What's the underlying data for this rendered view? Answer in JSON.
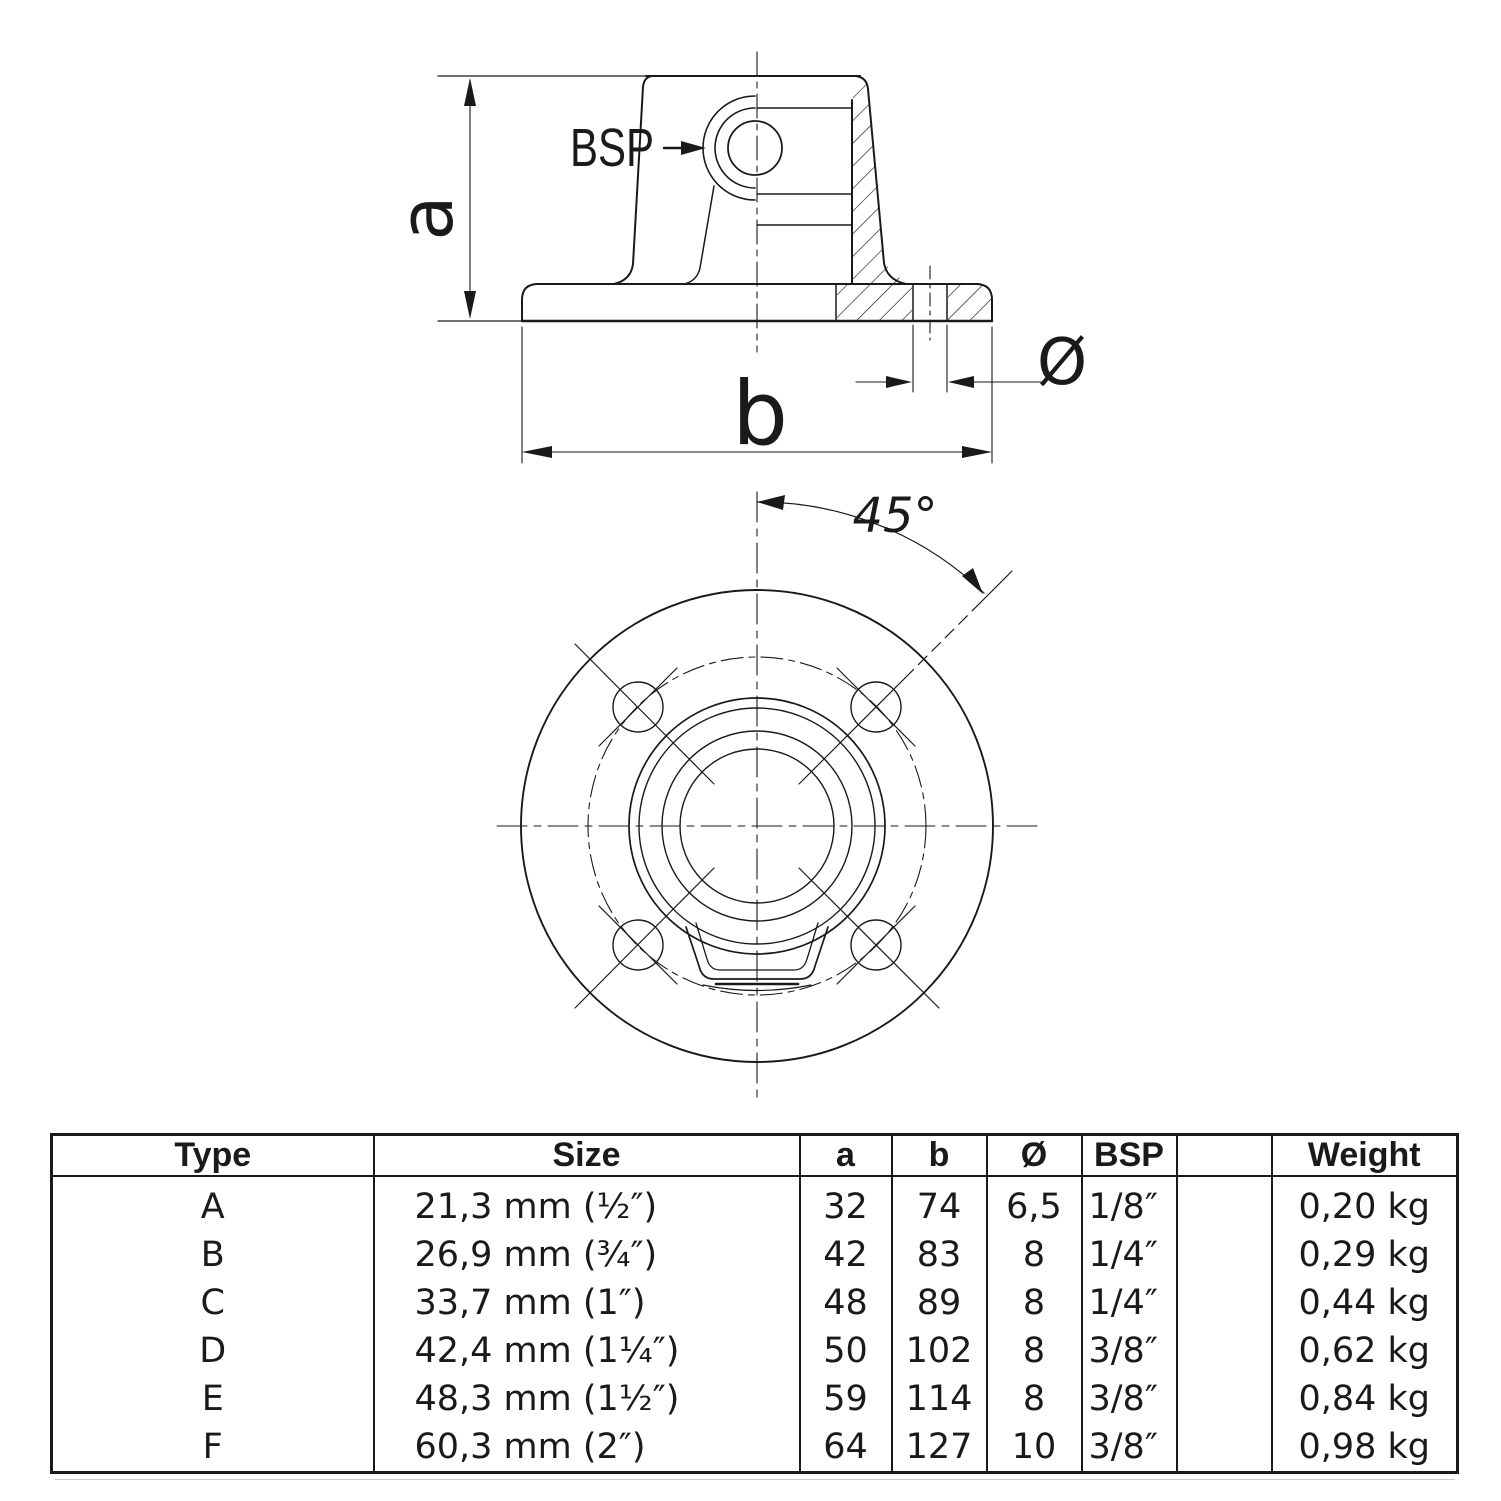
{
  "page": {
    "background": "#ffffff",
    "line_color": "#1a1a1a"
  },
  "drawing": {
    "side_view": {
      "bsp_label": "BSP",
      "dim_a_label": "a",
      "dim_b_label": "b",
      "dim_diameter_label": "Ø"
    },
    "top_view": {
      "angle_label": "45°"
    }
  },
  "table": {
    "headers": {
      "type": "Type",
      "size": "Size",
      "a": "a",
      "b": "b",
      "dia": "Ø",
      "bsp": "BSP",
      "spare": "",
      "weight": "Weight"
    },
    "rows": [
      {
        "type": "A",
        "size": "21,3 mm (½″)",
        "a": "32",
        "b": "74",
        "dia": "6,5",
        "bsp": "1/8″",
        "spare": "",
        "weight": "0,20 kg"
      },
      {
        "type": "B",
        "size": "26,9 mm (¾″)",
        "a": "42",
        "b": "83",
        "dia": "8",
        "bsp": "1/4″",
        "spare": "",
        "weight": "0,29 kg"
      },
      {
        "type": "C",
        "size": "33,7 mm (1″)",
        "a": "48",
        "b": "89",
        "dia": "8",
        "bsp": "1/4″",
        "spare": "",
        "weight": "0,44 kg"
      },
      {
        "type": "D",
        "size": "42,4 mm (1¼″)",
        "a": "50",
        "b": "102",
        "dia": "8",
        "bsp": "3/8″",
        "spare": "",
        "weight": "0,62 kg"
      },
      {
        "type": "E",
        "size": "48,3 mm (1½″)",
        "a": "59",
        "b": "114",
        "dia": "8",
        "bsp": "3/8″",
        "spare": "",
        "weight": "0,84 kg"
      },
      {
        "type": "F",
        "size": "60,3 mm (2″)",
        "a": "64",
        "b": "127",
        "dia": "10",
        "bsp": "3/8″",
        "spare": "",
        "weight": "0,98 kg"
      }
    ]
  }
}
